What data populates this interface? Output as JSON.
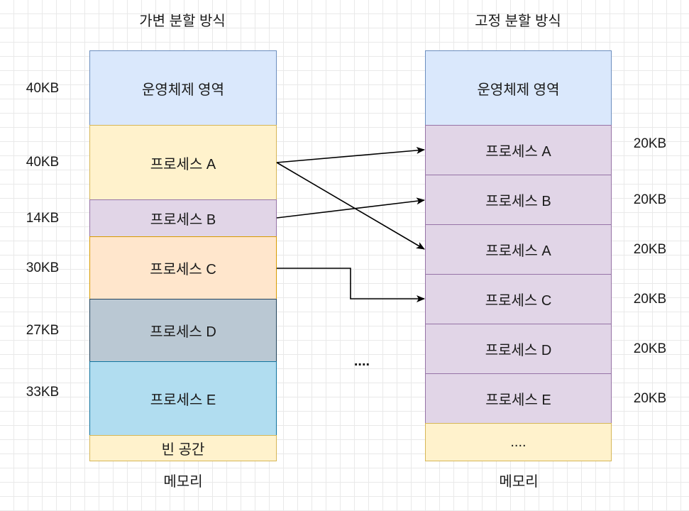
{
  "variable": {
    "title": "가변 분할 방식",
    "caption": "메모리",
    "blocks": [
      {
        "label": "운영체제 영역",
        "size": "40KB"
      },
      {
        "label": "프로세스 A",
        "size": "40KB"
      },
      {
        "label": "프로세스 B",
        "size": "14KB"
      },
      {
        "label": "프로세스 C",
        "size": "30KB"
      },
      {
        "label": "프로세스 D",
        "size": "27KB"
      },
      {
        "label": "프로세스 E",
        "size": "33KB"
      },
      {
        "label": "빈 공간"
      }
    ]
  },
  "fixed": {
    "title": "고정 분할 방식",
    "caption": "메모리",
    "blocks": [
      {
        "label": "운영체제 영역"
      },
      {
        "label": "프로세스 A",
        "size": "20KB"
      },
      {
        "label": "프로세스 B",
        "size": "20KB"
      },
      {
        "label": "프로세스 A",
        "size": "20KB"
      },
      {
        "label": "프로세스 C",
        "size": "20KB"
      },
      {
        "label": "프로세스 D",
        "size": "20KB"
      },
      {
        "label": "프로세스 E",
        "size": "20KB"
      },
      {
        "label": "...."
      }
    ]
  },
  "middle": {
    "ellipsis": "...."
  },
  "colors": {
    "os_fill": "#dae8fc",
    "os_border": "#6c8ebf",
    "yellow_fill": "#fff2cc",
    "yellow_border": "#d6b656",
    "purple_fill": "#e1d5e7",
    "purple_border": "#9673a6",
    "orange_fill": "#ffe6cc",
    "orange_border": "#d79b00",
    "gray_fill": "#bac8d3",
    "gray_border": "#23445d",
    "blue_fill": "#b1ddf0",
    "blue_border": "#10739e"
  }
}
